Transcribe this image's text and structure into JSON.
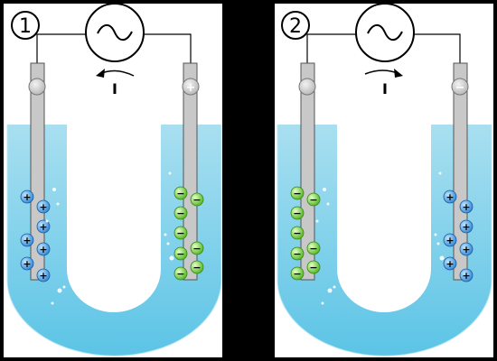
{
  "panels": [
    {
      "label": "1",
      "current_symbol": "I",
      "current_direction": "counterclockwise",
      "terminal_left": "",
      "terminal_right": "+",
      "left_ion_sign": "+",
      "right_ion_sign": "−",
      "left_ion_color": "#3b9be0",
      "right_ion_color": "#6ccf3a"
    },
    {
      "label": "2",
      "current_symbol": "I",
      "current_direction": "clockwise",
      "terminal_left": "",
      "terminal_right": "−",
      "left_ion_sign": "−",
      "right_ion_sign": "+",
      "left_ion_color": "#6ccf3a",
      "right_ion_color": "#3b9be0"
    }
  ],
  "colors": {
    "background": "#000000",
    "panel": "#ffffff",
    "electrolyte_top": "#a9dff0",
    "electrolyte_bottom": "#5cc4e6",
    "electrode": "#c8c8c8",
    "wire": "#000000"
  },
  "icons": {
    "ac_source": "ac-source-icon",
    "current_arrow": "curved-arrow-icon"
  }
}
